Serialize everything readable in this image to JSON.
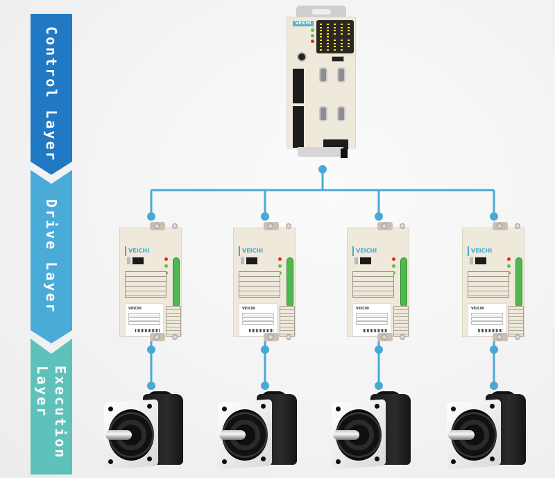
{
  "layers": [
    {
      "name": "Control Layer",
      "color": "#2179c3"
    },
    {
      "name": "Drive Layer",
      "color": "#4aabd9"
    },
    {
      "name": "Execution\nLayer",
      "color": "#5ec2bb"
    }
  ],
  "connector_color": "#48a9d6",
  "controller": {
    "brand": "VEICHI",
    "status_leds": [
      "green",
      "green",
      "red"
    ]
  },
  "drives": [
    {
      "brand": "VEICHI",
      "leds": [
        "red",
        "green",
        "green"
      ]
    },
    {
      "brand": "VEICHI",
      "leds": [
        "red",
        "green",
        "green"
      ]
    },
    {
      "brand": "VEICHI",
      "leds": [
        "red",
        "green",
        "green"
      ]
    },
    {
      "brand": "VEICHI",
      "leds": [
        "red",
        "green",
        "green"
      ]
    }
  ],
  "motors": [
    {
      "type": "servo-motor"
    },
    {
      "type": "servo-motor"
    },
    {
      "type": "servo-motor"
    },
    {
      "type": "servo-motor"
    }
  ]
}
